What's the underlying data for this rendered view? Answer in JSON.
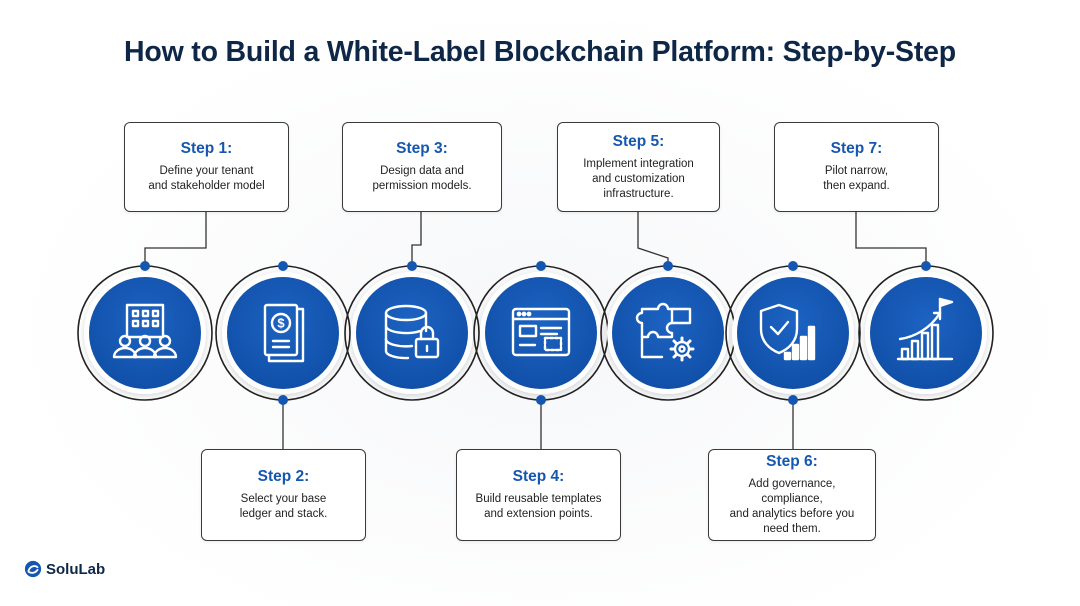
{
  "title": "How to Build a White-Label Blockchain Platform: Step-by-Step",
  "steps": [
    {
      "label": "Step 1:",
      "desc": "Define your tenant\nand stakeholder model",
      "icon": "building-people-icon"
    },
    {
      "label": "Step 2:",
      "desc": "Select your base\nledger and stack.",
      "icon": "ledger-book-icon"
    },
    {
      "label": "Step 3:",
      "desc": "Design data and\npermission models.",
      "icon": "database-lock-icon"
    },
    {
      "label": "Step 4:",
      "desc": "Build reusable templates\nand extension points.",
      "icon": "template-window-icon"
    },
    {
      "label": "Step 5:",
      "desc": "Implement integration\nand customization\ninfrastructure.",
      "icon": "puzzle-gear-icon"
    },
    {
      "label": "Step 6:",
      "desc": "Add governance, compliance,\nand analytics before you\nneed them.",
      "icon": "shield-chart-icon"
    },
    {
      "label": "Step 7:",
      "desc": "Pilot narrow,\nthen expand.",
      "icon": "growth-chart-icon"
    }
  ],
  "brand": {
    "name": "SoluLab"
  },
  "colors": {
    "primary": "#1557b0",
    "title": "#0f2747",
    "step_label": "#1557b0",
    "dot": "#1557b0"
  }
}
